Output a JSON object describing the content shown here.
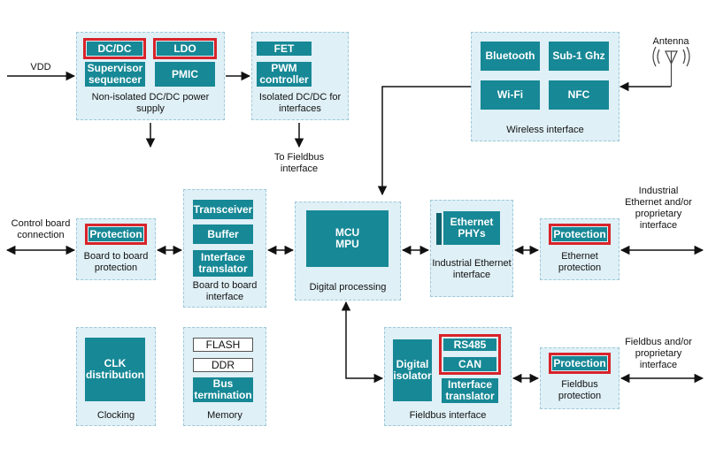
{
  "groups": {
    "nonisolated": {
      "blocks": [
        "DC/DC",
        "LDO",
        "Supervisor sequencer",
        "PMIC"
      ],
      "caption": "Non-isolated DC/DC power supply"
    },
    "isolated": {
      "blocks": [
        "FET",
        "PWM controller"
      ],
      "caption": "Isolated DC/DC for interfaces"
    },
    "wireless": {
      "blocks": [
        "Bluetooth",
        "Sub-1 Ghz",
        "Wi-Fi",
        "NFC"
      ],
      "caption": "Wireless interface"
    },
    "board_protection": {
      "blocks": [
        "Protection"
      ],
      "caption": "Board to board protection"
    },
    "board_interface": {
      "blocks": [
        "Transceiver",
        "Buffer",
        "Interface translator"
      ],
      "caption": "Board to board interface"
    },
    "digital": {
      "blocks": [
        "MCU MPU"
      ],
      "caption": "Digital processing"
    },
    "industrial_eth": {
      "blocks": [
        "Ethernet PHYs"
      ],
      "caption": "Industrial Ethernet interface"
    },
    "eth_protection": {
      "blocks": [
        "Protection"
      ],
      "caption": "Ethernet protection"
    },
    "clocking": {
      "blocks": [
        "CLK distribution"
      ],
      "caption": "Clocking"
    },
    "memory": {
      "blocks": [
        "FLASH",
        "DDR",
        "Bus termination"
      ],
      "caption": "Memory"
    },
    "fieldbus": {
      "blocks": [
        "Digital isolator",
        "RS485",
        "CAN",
        "Interface translator"
      ],
      "caption": "Fieldbus interface"
    },
    "fieldbus_protection": {
      "blocks": [
        "Protection"
      ],
      "caption": "Fieldbus protection"
    }
  },
  "labels": {
    "vdd": "VDD",
    "to_fieldbus": "To Fieldbus interface",
    "antenna": "Antenna",
    "control_board": "Control board connection",
    "industrial_ext": "Industrial Ethernet and/or proprietary interface",
    "fieldbus_ext": "Fieldbus and/or proprietary interface"
  },
  "colors": {
    "block": "#178896",
    "group_bg": "#dff0f6",
    "highlight": "#d8232a"
  }
}
